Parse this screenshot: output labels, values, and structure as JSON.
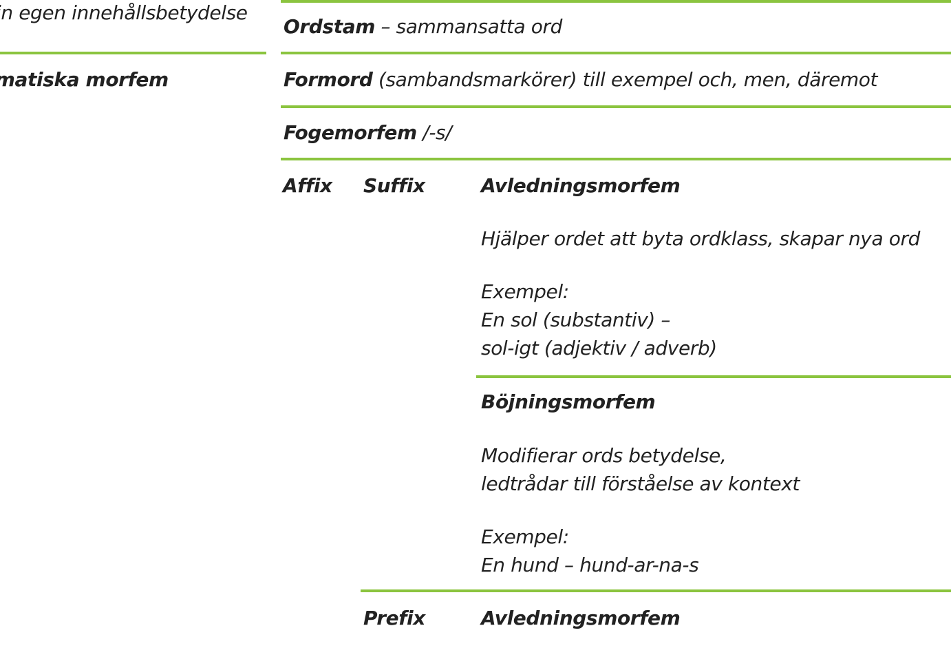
{
  "colors": {
    "rule": "#8bc43f",
    "text": "#222222"
  },
  "left_column": {
    "row1_text": "in egen innehållsbetydelse",
    "row2_heading": "mmatiska morfem"
  },
  "ordstam": {
    "term": "Ordstam",
    "rest": " – sammansatta ord"
  },
  "formord": {
    "term": "Formord",
    "rest": " (sambandsmarkörer) till exempel och, men, däremot"
  },
  "fogemorfem": {
    "term": "Fogemorfem",
    "rest": " /-s/"
  },
  "affix": {
    "label": "Affix",
    "suffix": {
      "label": "Suffix",
      "avledning": {
        "heading": "Avledningsmorfem",
        "description": "Hjälper ordet att byta ordklass, skapar nya ord",
        "example_label": "Exempel:",
        "example_line1": "En sol (substantiv) –",
        "example_line2": "sol-igt (adjektiv / adverb)"
      },
      "bojning": {
        "heading": "Böjningsmorfem",
        "description_line1": "Modifierar ords betydelse,",
        "description_line2": "ledtrådar till förståelse av kontext",
        "example_label": "Exempel:",
        "example_line1": "En hund – hund-ar-na-s"
      }
    },
    "prefix": {
      "label": "Prefix",
      "avledning": {
        "heading": "Avledningsmorfem"
      }
    }
  }
}
